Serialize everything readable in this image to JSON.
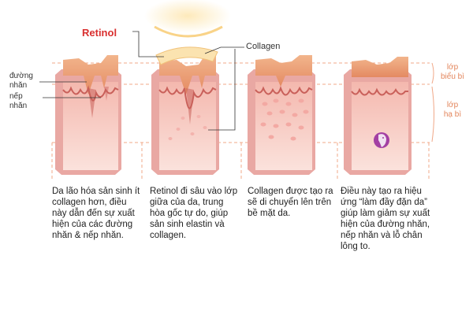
{
  "labels": {
    "retinol": "Retinol",
    "collagen": "Collagen",
    "wrinkle_fine": "đường\nnhăn",
    "wrinkle_deep": "nếp\nnhăn",
    "epidermis": "lớp\nbiểu bì",
    "dermis": "lớp\nhạ bì"
  },
  "steps": [
    {
      "text": "Da lão hóa sản sinh ít collagen hơn, điều này dẫn đến sự xuất hiện của các đường nhăn & nếp nhăn."
    },
    {
      "text": "Retinol đi sâu vào lớp giữa của da, trung hòa gốc tự do, giúp sản sinh elastin và collagen."
    },
    {
      "text": "Collagen được tạo ra sẽ di chuyển lên trên bề mặt da."
    },
    {
      "text": "Điều này tạo ra hiệu ứng “làm đầy đặn da” giúp làm giảm sự xuất hiện của đường nhăn, nếp nhăn và lỗ chân lông to."
    }
  ],
  "colors": {
    "epidermis_top": "#e89a72",
    "skin": "#f7c9c2",
    "skin_side": "#e9a8a3",
    "wave": "#c9605a",
    "dashed": "#f0a888",
    "retinol_red": "#d92f2f",
    "glow": "#f7c86a"
  },
  "icons": {
    "face": "woman-face-icon"
  }
}
